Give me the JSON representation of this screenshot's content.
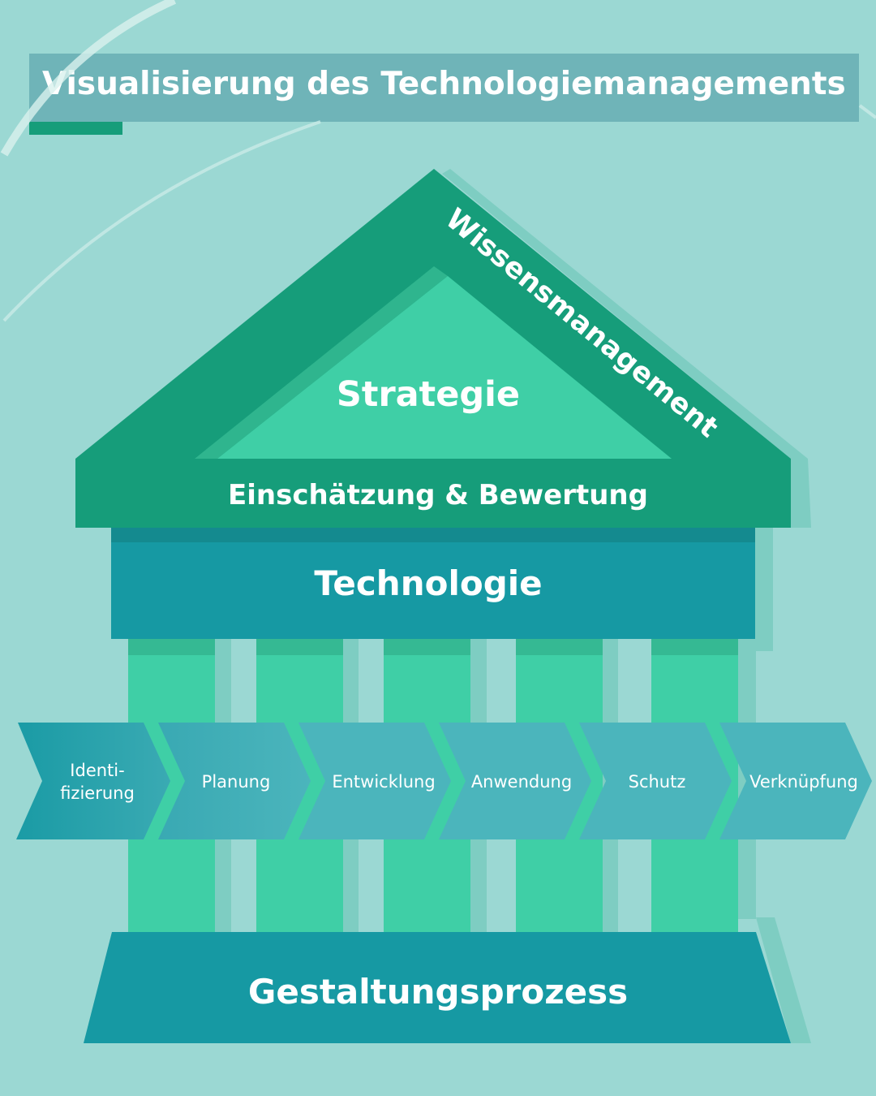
{
  "title": "Visualisierung des Technologiemanagements",
  "house": {
    "roof_outer_label": "Wissensmanagement",
    "roof_inner_label": "Strategie",
    "roof_base_label": "Einschätzung & Bewertung",
    "beam_label": "Technologie",
    "foundation_label": "Gestaltungsprozess",
    "pillar_count": 5
  },
  "process_steps": [
    {
      "lines": [
        "Identi-",
        "fizierung"
      ]
    },
    {
      "lines": [
        "Planung"
      ]
    },
    {
      "lines": [
        "Entwicklung"
      ]
    },
    {
      "lines": [
        "Anwendung"
      ]
    },
    {
      "lines": [
        "Schutz"
      ]
    },
    {
      "lines": [
        "Verknüpfung"
      ]
    }
  ],
  "colors": {
    "background": "#9bd8d3",
    "roof_dark_green": "#169d7a",
    "roof_light_green": "#3fcfa6",
    "teal_dark": "#1699a3",
    "pillar_green": "#3fcfa6",
    "arrow_teal": "#4bb5bc",
    "title_box": "#6fb4b8"
  }
}
